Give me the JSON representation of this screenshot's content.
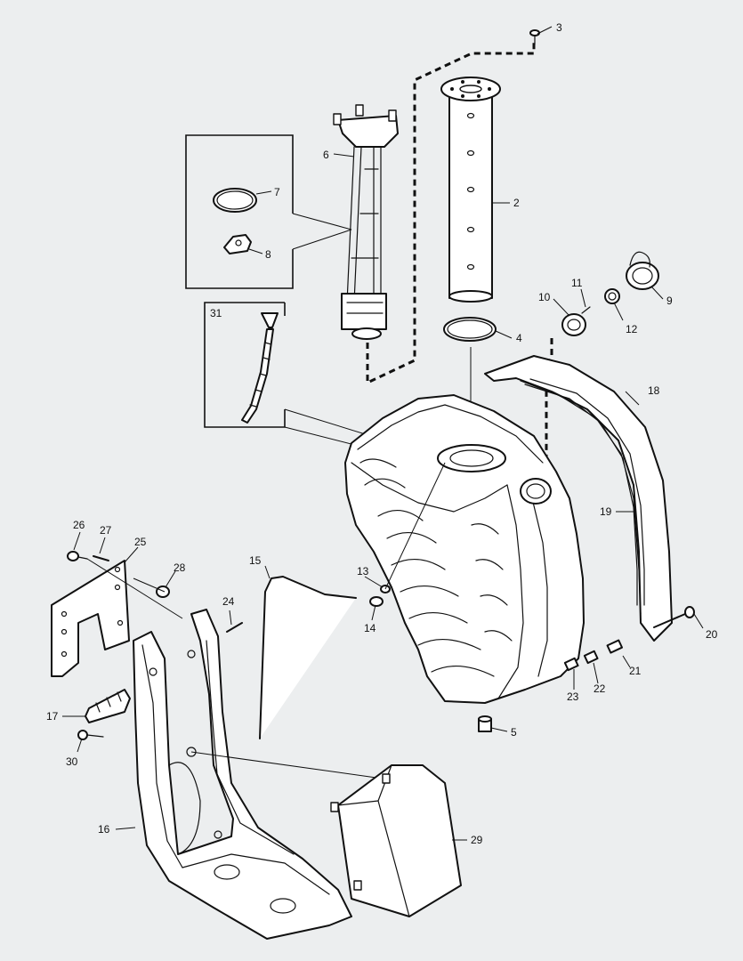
{
  "callouts": [
    {
      "id": "n1",
      "text": "2"
    },
    {
      "id": "n2",
      "text": "3"
    },
    {
      "id": "n3",
      "text": "4"
    },
    {
      "id": "n4",
      "text": "5"
    },
    {
      "id": "n5",
      "text": "6"
    },
    {
      "id": "n6",
      "text": "7"
    },
    {
      "id": "n7",
      "text": "8"
    },
    {
      "id": "n8",
      "text": "9"
    },
    {
      "id": "n9",
      "text": "10"
    },
    {
      "id": "n10",
      "text": "11"
    },
    {
      "id": "n11",
      "text": "12"
    },
    {
      "id": "n12",
      "text": "13"
    },
    {
      "id": "n13",
      "text": "14"
    },
    {
      "id": "n14",
      "text": "15"
    },
    {
      "id": "n15",
      "text": "16"
    },
    {
      "id": "n16",
      "text": "17"
    },
    {
      "id": "n17",
      "text": "18"
    },
    {
      "id": "n18",
      "text": "19"
    },
    {
      "id": "n19",
      "text": "20"
    },
    {
      "id": "n20",
      "text": "21"
    },
    {
      "id": "n21",
      "text": "22"
    },
    {
      "id": "n22",
      "text": "23"
    },
    {
      "id": "n23",
      "text": "24"
    },
    {
      "id": "n24",
      "text": "25"
    },
    {
      "id": "n25",
      "text": "26"
    },
    {
      "id": "n26",
      "text": "27"
    },
    {
      "id": "n27",
      "text": "28"
    },
    {
      "id": "n28",
      "text": "29"
    },
    {
      "id": "n29",
      "text": "30"
    },
    {
      "id": "n30",
      "text": "31"
    }
  ],
  "colors": {
    "background": "#eceeef",
    "line": "#111111",
    "part_fill": "#ffffff",
    "shade": "#d6d7d8"
  }
}
